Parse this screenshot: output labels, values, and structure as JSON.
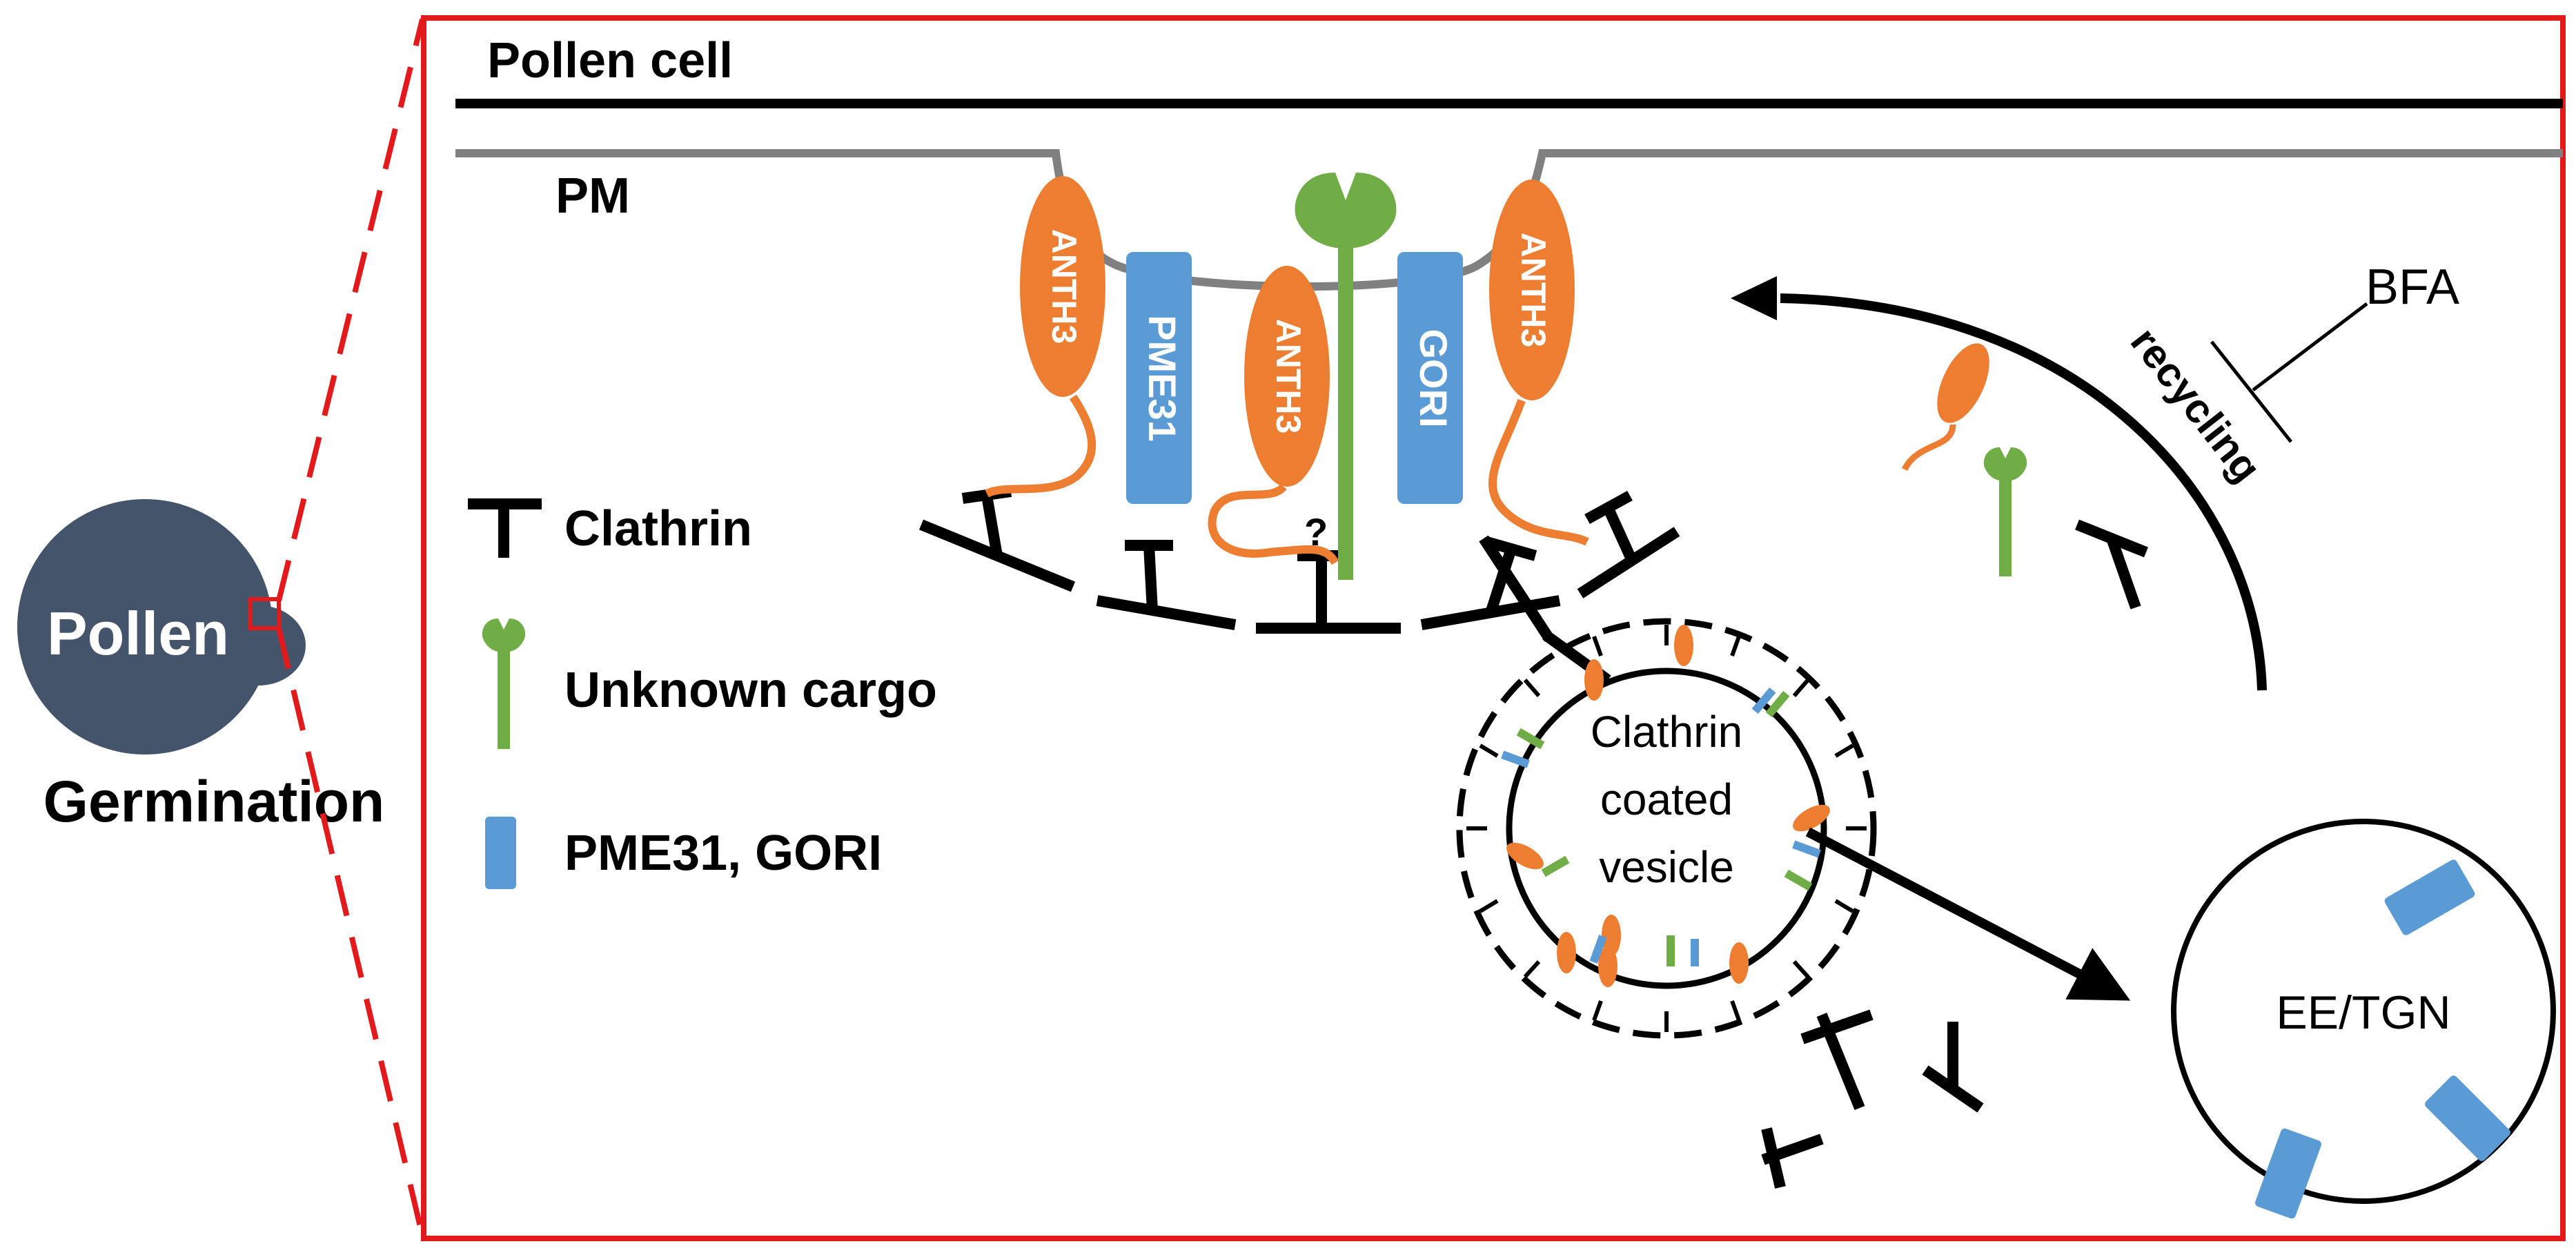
{
  "pollen": {
    "label": "Pollen",
    "caption": "Germination",
    "color": "#44546a"
  },
  "panel": {
    "cell_title": "Pollen cell",
    "membrane_label": "PM",
    "frame_color": "#e31a1c"
  },
  "proteins": {
    "anth3": "ANTH3",
    "pme31": "PME31",
    "gori": "GORI",
    "unknown_mark": "?"
  },
  "legend": {
    "clathrin": "Clathrin",
    "cargo": "Unknown cargo",
    "pme_gori": "PME31, GORI"
  },
  "vesicle": {
    "line1": "Clathrin",
    "line2": "coated",
    "line3": "vesicle"
  },
  "compartment": {
    "label": "EE/TGN"
  },
  "recycling": {
    "label": "recycling",
    "inhibitor": "BFA"
  },
  "colors": {
    "anth3": "#ed7d31",
    "pme_gori": "#5b9bd5",
    "cargo": "#70ad47",
    "membrane": "#808080",
    "clathrin": "#000000"
  },
  "icons": [
    "clathrin-triskelion-icon",
    "cargo-receptor-icon",
    "pme-gori-bar-icon"
  ]
}
